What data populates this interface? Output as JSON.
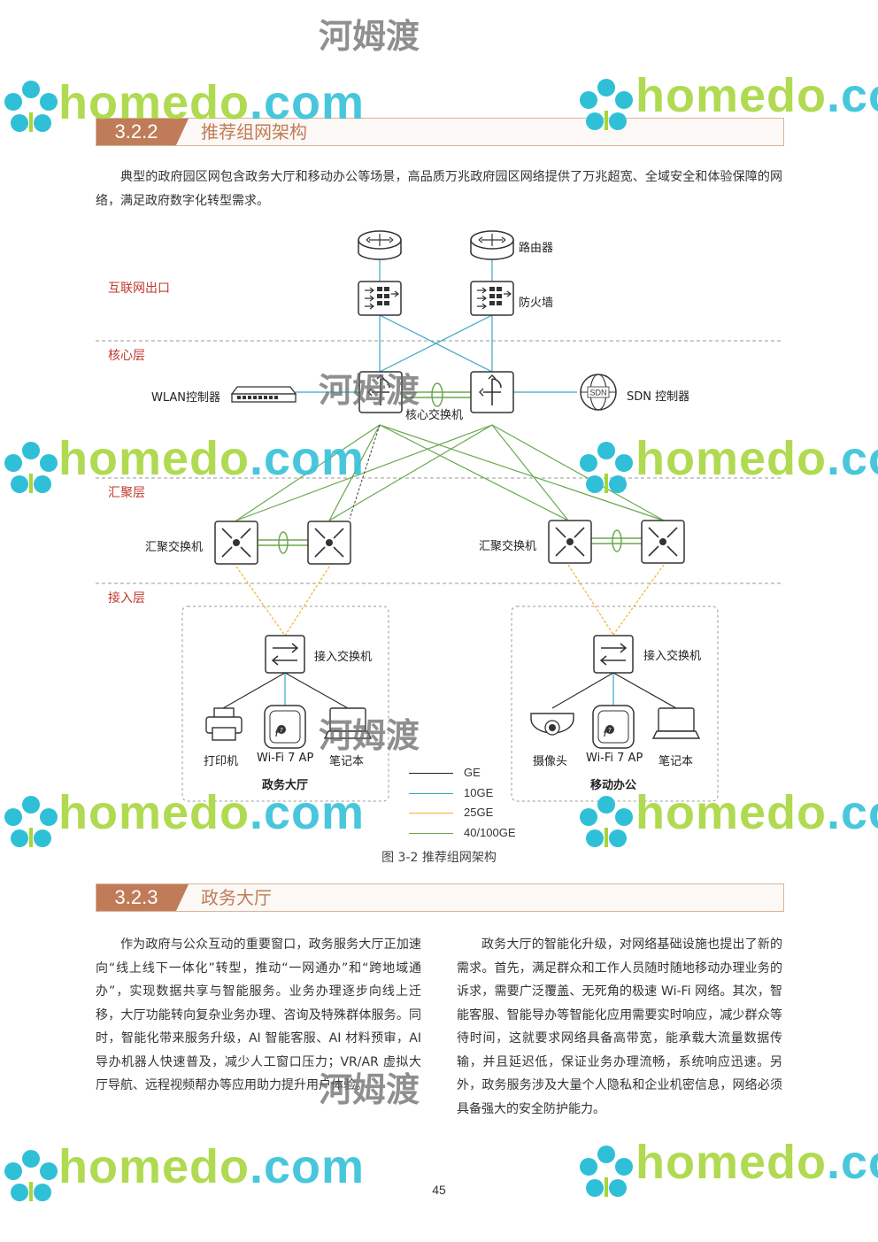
{
  "section1": {
    "number": "3.2.2",
    "title": "推荐组网架构"
  },
  "intro": "典型的政府园区网包含政务大厅和移动办公等场景，高品质万兆政府园区网络提供了万兆超宽、全域安全和体验保障的网络，满足政府数字化转型需求。",
  "diagram": {
    "layers": {
      "internet": "互联网出口",
      "core": "核心层",
      "aggregation": "汇聚层",
      "access": "接入层"
    },
    "labels": {
      "router": "路由器",
      "firewall": "防火墙",
      "wlan_controller": "WLAN控制器",
      "core_switch": "核心交换机",
      "sdn_controller": "SDN 控制器",
      "sdn_badge": "SDN",
      "agg_switch_left": "汇聚交换机",
      "agg_switch_right": "汇聚交换机",
      "access_switch_left": "接入交换机",
      "access_switch_right": "接入交换机",
      "printer": "打印机",
      "ap_left": "Wi-Fi 7 AP",
      "laptop_left": "笔记本",
      "hall": "政务大厅",
      "camera": "摄像头",
      "ap_right": "Wi-Fi 7 AP",
      "laptop_right": "笔记本",
      "mobile_office": "移动办公",
      "ap_badge": "7"
    },
    "legend": [
      {
        "label": "GE",
        "color": "#222222"
      },
      {
        "label": "10GE",
        "color": "#3aa6c4"
      },
      {
        "label": "25GE",
        "color": "#f0b429"
      },
      {
        "label": "40/100GE",
        "color": "#6aa84f"
      }
    ],
    "caption": "图 3-2 推荐组网架构"
  },
  "section2": {
    "number": "3.2.3",
    "title": "政务大厅"
  },
  "col_left": "作为政府与公众互动的重要窗口，政务服务大厅正加速向“线上线下一体化”转型，推动“一网通办”和“跨地域通办”，实现数据共享与智能服务。业务办理逐步向线上迁移，大厅功能转向复杂业务办理、咨询及特殊群体服务。同时，智能化带来服务升级，AI 智能客服、AI 材料预审，AI 导办机器人快速普及，减少人工窗口压力；VR/AR 虚拟大厅导航、远程视频帮办等应用助力提升用户体验。",
  "col_right": "政务大厅的智能化升级，对网络基础设施也提出了新的需求。首先，满足群众和工作人员随时随地移动办理业务的诉求，需要广泛覆盖、无死角的极速 Wi-Fi 网络。其次，智能客服、智能导办等智能化应用需要实时响应，减少群众等待时间，这就要求网络具备高带宽，能承载大流量数据传输，并且延迟低，保证业务办理流畅，系统响应迅速。另外，政务服务涉及大量个人隐私和企业机密信息，网络必须具备强大的安全防护能力。",
  "page_number": "45",
  "watermark": {
    "home": "home",
    "do": "do",
    "com": ".com",
    "cn": "河姆渡"
  }
}
